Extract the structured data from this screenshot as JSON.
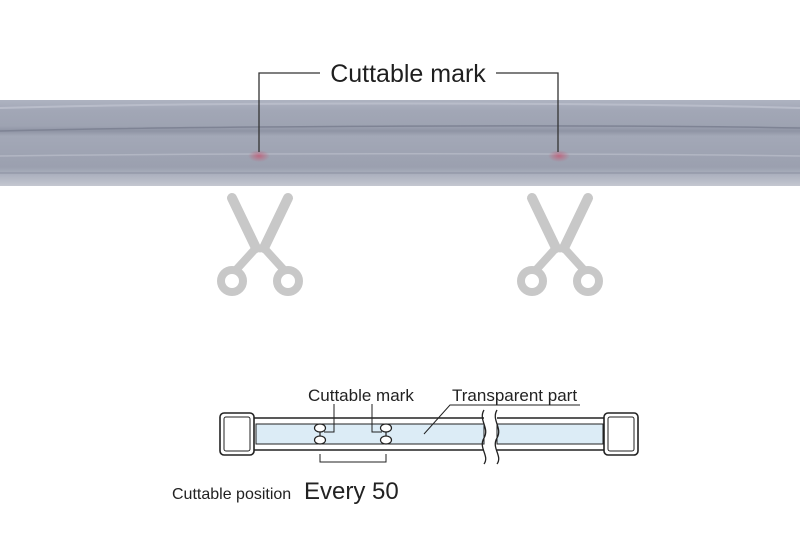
{
  "photo": {
    "callout_label": "Cuttable mark",
    "cut_marks": 2,
    "scissor_icon": "scissors-icon",
    "colors": {
      "strip": "#9aa0b0",
      "scissors": "#c8c8c8",
      "mark": "#b86f82"
    }
  },
  "schematic": {
    "mark_label": "Cuttable mark",
    "transparent_label": "Transparent part",
    "position_label": "Cuttable position",
    "position_value": "Every 50",
    "colors": {
      "window": "#dcecf6",
      "outline": "#222222"
    }
  }
}
